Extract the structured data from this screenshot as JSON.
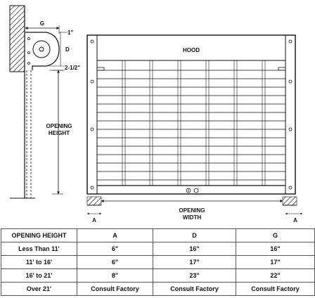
{
  "diagram": {
    "hood_label": "HOOD",
    "g_label": "G",
    "one_inch_label": "1\"",
    "d_label": "D",
    "two_half_label": "2-1/2\"",
    "opening_height_line1": "OPENING",
    "opening_height_line2": "HEIGHT",
    "opening_width_line1": "OPENING",
    "opening_width_line2": "WIDTH",
    "a_left_label": "A",
    "a_right_label": "A"
  },
  "table": {
    "headers": [
      "OPENING HEIGHT",
      "A",
      "D",
      "G"
    ],
    "rows": [
      [
        "Less Than 11'",
        "6\"",
        "16\"",
        "16\""
      ],
      [
        "11' to 16'",
        "6\"",
        "17\"",
        "17\""
      ],
      [
        "16' to 21'",
        "8\"",
        "23\"",
        "22\""
      ],
      [
        "Over 21'",
        "Consult Factory",
        "Consult Factory",
        "Consult Factory"
      ]
    ]
  }
}
